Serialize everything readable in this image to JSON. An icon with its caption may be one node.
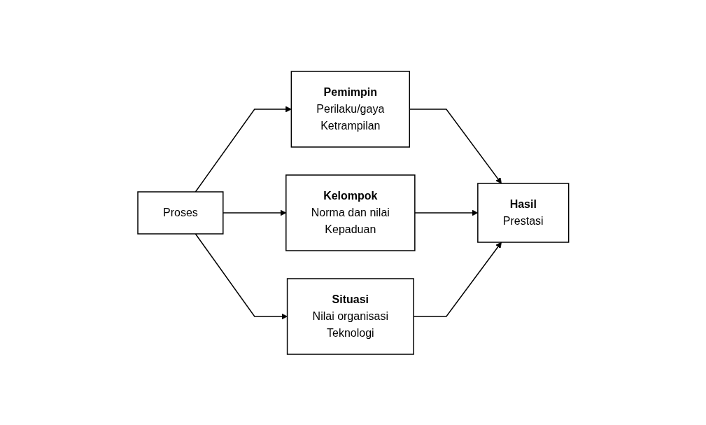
{
  "diagram": {
    "nodes": [
      {
        "text": [
          "Proses"
        ]
      },
      {
        "text": [
          "Pemimpin",
          "Perilaku/gaya",
          "Ketrampilan"
        ]
      },
      {
        "text": [
          "Kelompok",
          "Norma dan nilai",
          "Kepaduan"
        ]
      },
      {
        "text": [
          "Situasi",
          "Nilai organisasi",
          "Teknologi"
        ]
      },
      {
        "text": [
          "Hasil",
          "Prestasi"
        ]
      }
    ],
    "edges": [
      {
        "from": 0,
        "to": 1,
        "arrow": "to"
      },
      {
        "from": 0,
        "to": 2,
        "arrow": "to"
      },
      {
        "from": 0,
        "to": 3,
        "arrow": "to"
      },
      {
        "from": 1,
        "to": 4,
        "arrow": "to"
      },
      {
        "from": 2,
        "to": 4,
        "arrow": "to"
      },
      {
        "from": 3,
        "to": 4,
        "arrow": "to"
      }
    ]
  }
}
